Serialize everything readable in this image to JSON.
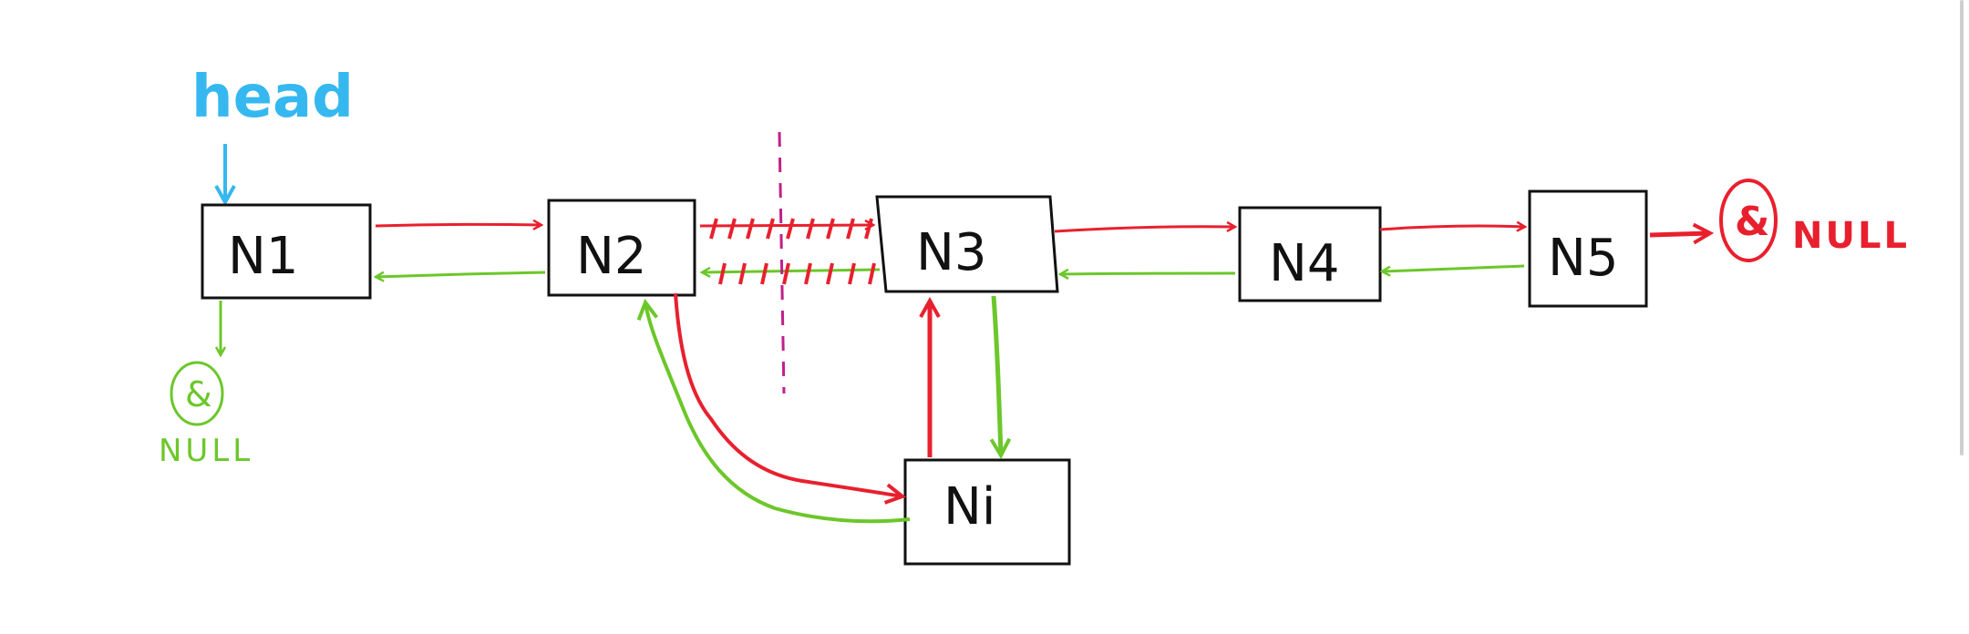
{
  "colors": {
    "next": "#e8202e",
    "prev": "#6cc72a",
    "head": "#35b8f0",
    "divider": "#c0208a",
    "node_border": "#111111"
  },
  "labels": {
    "head": "head",
    "null_left": "NULL",
    "null_right": "NULL",
    "null_left_symbol": "&",
    "null_right_symbol": "&"
  },
  "nodes": [
    {
      "id": "n1",
      "label": "N1"
    },
    {
      "id": "n2",
      "label": "N2"
    },
    {
      "id": "n3",
      "label": "N3"
    },
    {
      "id": "n4",
      "label": "N4"
    },
    {
      "id": "n5",
      "label": "N5"
    },
    {
      "id": "ni",
      "label": "Ni"
    }
  ]
}
